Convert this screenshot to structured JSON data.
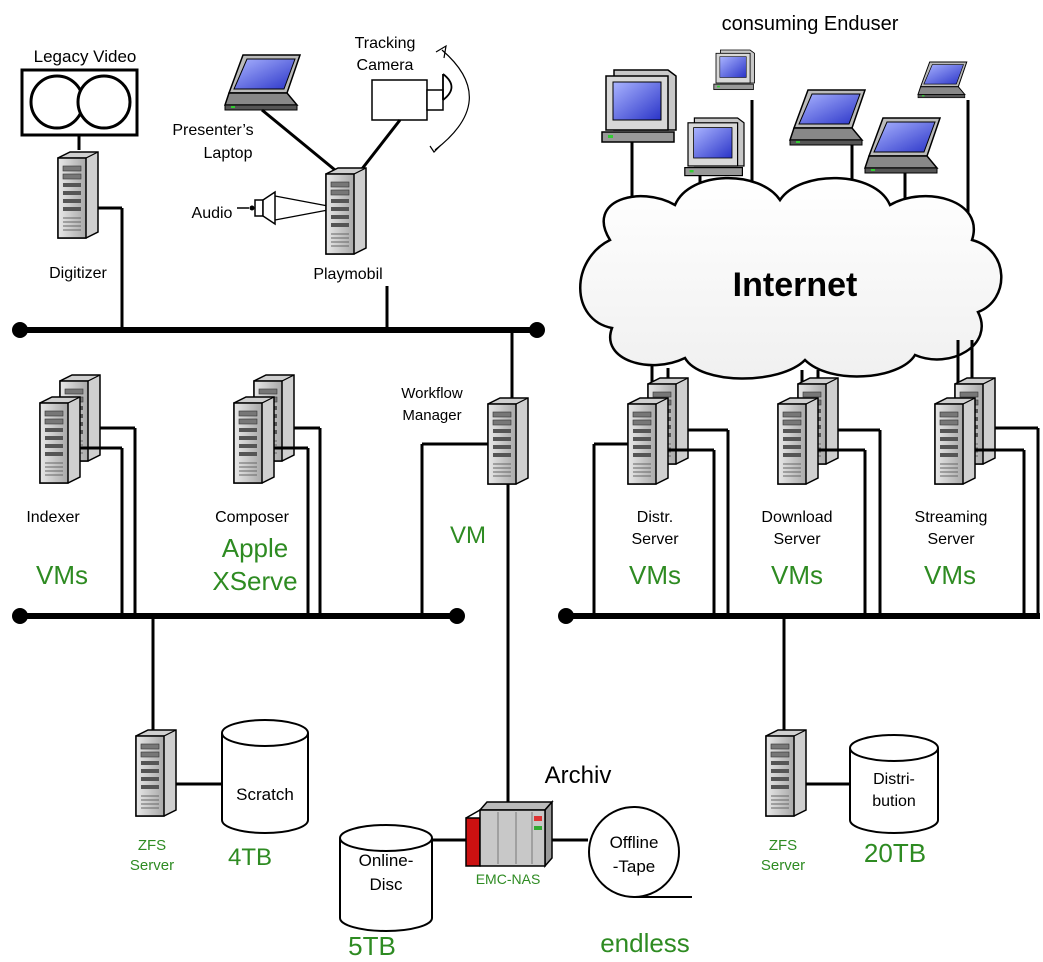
{
  "labels": {
    "legacy_video": "Legacy Video",
    "digitizer": "Digitizer",
    "tracking_camera_1": "Tracking",
    "tracking_camera_2": "Camera",
    "presenter_laptop_1": "Presenter’s",
    "presenter_laptop_2": "Laptop",
    "audio": "Audio",
    "playmobil": "Playmobil",
    "consuming_enduser": "consuming Enduser",
    "internet": "Internet",
    "workflow_manager_1": "Workflow",
    "workflow_manager_2": "Manager",
    "indexer": "Indexer",
    "composer": "Composer",
    "distr_server_1": "Distr.",
    "distr_server_2": "Server",
    "download_server_1": "Download",
    "download_server_2": "Server",
    "streaming_server_1": "Streaming",
    "streaming_server_2": "Server",
    "scratch": "Scratch",
    "zfs_server_left_1": "ZFS",
    "zfs_server_left_2": "Server",
    "online_disc_1": "Online-",
    "online_disc_2": "Disc",
    "archiv": "Archiv",
    "emc_nas": "EMC-NAS",
    "offline_tape_1": "Offline",
    "offline_tape_2": "-Tape",
    "distribution_1": "Distri-",
    "distribution_2": "bution",
    "zfs_server_right_1": "ZFS",
    "zfs_server_right_2": "Server"
  },
  "green_labels": {
    "vms_indexer": "VMs",
    "apple_1": "Apple",
    "apple_2": "XServe",
    "vm_workflow": "VM",
    "vms_distr": "VMs",
    "vms_download": "VMs",
    "vms_streaming": "VMs",
    "size_scratch": "4TB",
    "size_online": "5TB",
    "size_tape": "endless",
    "size_distribution": "20TB"
  },
  "colors": {
    "accent_green": "#2e8b22",
    "screen_blue": "#3344dd",
    "nas_red": "#cc1111"
  }
}
